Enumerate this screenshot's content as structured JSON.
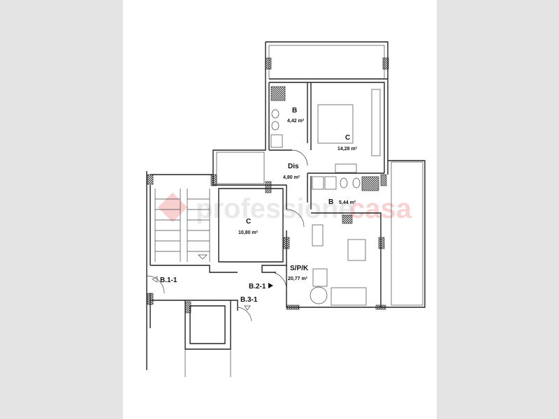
{
  "plan": {
    "rooms": [
      {
        "name": "B",
        "area": "4,42 m²"
      },
      {
        "name": "C",
        "area": "14,28 m²"
      },
      {
        "name": "Dis",
        "area": "4,80 m²"
      },
      {
        "name": "B",
        "area": "5,44 m²"
      },
      {
        "name": "C",
        "area": "10,80 m²"
      },
      {
        "name": "S/P/K",
        "area": "20,77 m²"
      }
    ],
    "entrances": [
      "B.1-1",
      "B.2-1",
      "B.3-1"
    ]
  },
  "watermark": {
    "text_a": "professione",
    "text_b": "casa",
    "color_a": "#c8c8c8",
    "color_b": "#f08080"
  }
}
